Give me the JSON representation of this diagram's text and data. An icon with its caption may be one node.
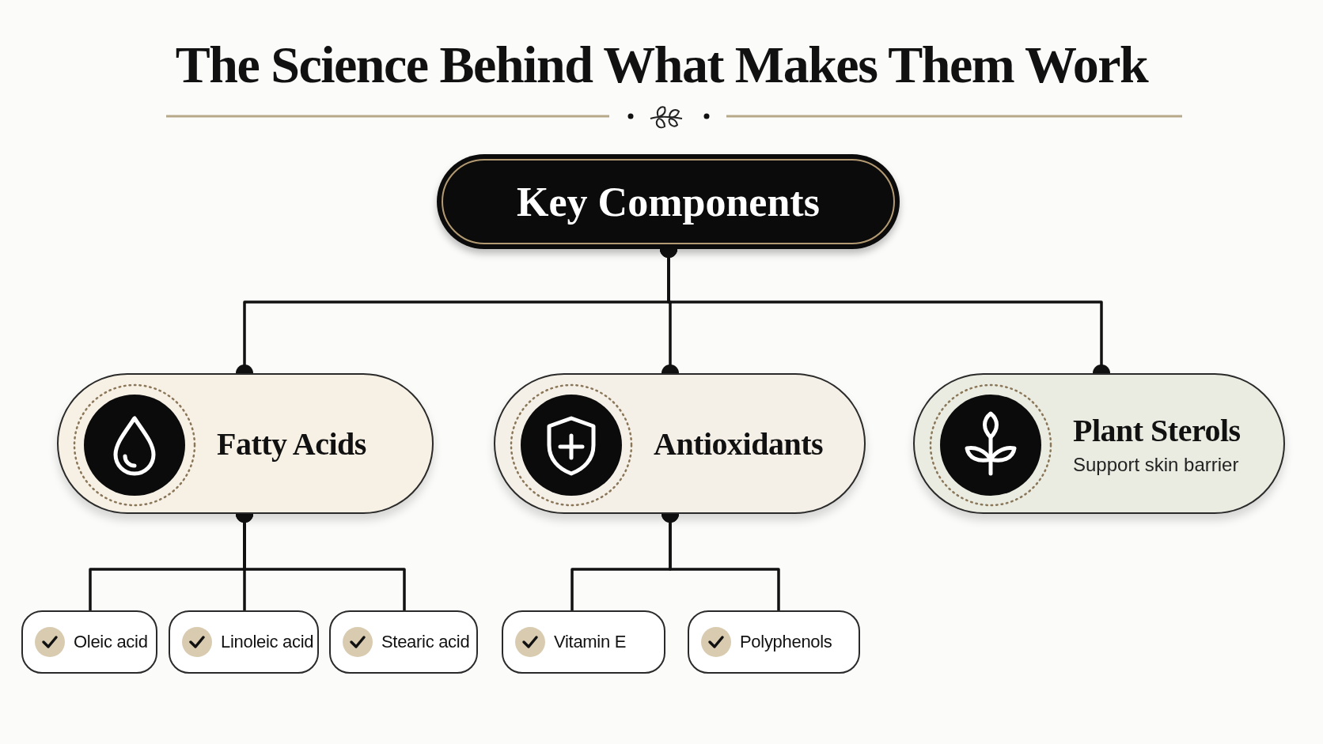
{
  "diagram": {
    "title": "The Science Behind What Makes Them Work",
    "nodes": [
      {
        "text": [
          "Key Components"
        ]
      },
      {
        "text": [
          "Fatty Acids"
        ]
      },
      {
        "text": [
          "Antioxidants"
        ]
      },
      {
        "text": [
          "Plant Sterols",
          "Support skin barrier"
        ]
      },
      {
        "text": [
          "Oleic acid"
        ]
      },
      {
        "text": [
          "Linoleic acid"
        ]
      },
      {
        "text": [
          "Stearic acid"
        ]
      },
      {
        "text": [
          "Vitamin E"
        ]
      },
      {
        "text": [
          "Polyphenols"
        ]
      }
    ],
    "edges": [
      {
        "from": 0,
        "to": 1,
        "arrow": "other"
      },
      {
        "from": 0,
        "to": 2,
        "arrow": "other"
      },
      {
        "from": 0,
        "to": 3,
        "arrow": "other"
      },
      {
        "from": 1,
        "to": 4,
        "arrow": "other"
      },
      {
        "from": 1,
        "to": 5,
        "arrow": "other"
      },
      {
        "from": 1,
        "to": 6,
        "arrow": "other"
      },
      {
        "from": 2,
        "to": 7,
        "arrow": "other"
      },
      {
        "from": 2,
        "to": 8,
        "arrow": "other"
      }
    ]
  }
}
